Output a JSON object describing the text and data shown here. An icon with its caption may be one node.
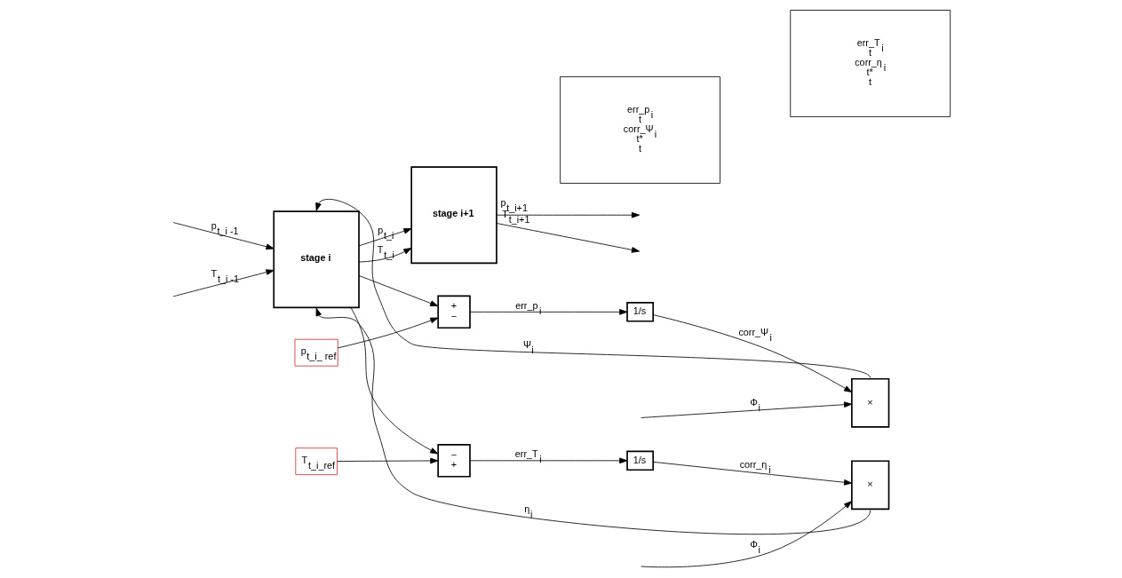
{
  "diagram": {
    "nodes": [
      {
        "text": [
          "stage i"
        ]
      },
      {
        "text": [
          "stage i+1"
        ]
      },
      {
        "text": [
          "p$_{t_i_ ref}$"
        ]
      },
      {
        "text": [
          "+",
          "−"
        ]
      },
      {
        "text": [
          "1/s"
        ]
      },
      {
        "text": [
          "×"
        ]
      },
      {
        "text": [
          "T$_{t_i_ref}$"
        ]
      },
      {
        "text": [
          "−",
          "+"
        ]
      },
      {
        "text": [
          "1/s"
        ]
      },
      {
        "text": [
          "×"
        ]
      },
      {
        "text": [
          "err_p$_{i}$",
          "t",
          "corr_Ψ$_{i}$",
          "t*",
          "t"
        ]
      },
      {
        "text": [
          "err_T$_{i}$",
          "t",
          "corr_η$_{i}$",
          "t*",
          "t"
        ]
      }
    ],
    "edges": [
      {
        "from": null,
        "to": 0,
        "arrow": "to",
        "label": "p$_{t_i -1}$"
      },
      {
        "from": null,
        "to": 0,
        "arrow": "to",
        "label": "T$_{t_i -1}$"
      },
      {
        "from": 0,
        "to": 1,
        "arrow": "to",
        "label": "p$_{t_i}$"
      },
      {
        "from": 0,
        "to": 1,
        "arrow": "to",
        "label": "T$_{t_i}$"
      },
      {
        "from": 0,
        "to": 3,
        "arrow": "to"
      },
      {
        "from": 2,
        "to": 3,
        "arrow": "to"
      },
      {
        "from": 3,
        "to": 4,
        "arrow": "to",
        "label": "err_p$_{i}$"
      },
      {
        "from": 4,
        "to": 5,
        "arrow": "to",
        "label": "corr_Ψ$_{i}$"
      },
      {
        "from": null,
        "to": 5,
        "arrow": "to",
        "label": "Φ$_{i}$"
      },
      {
        "from": 5,
        "to": 0,
        "arrow": "to",
        "label": "Ψ$_{i}$"
      },
      {
        "from": 1,
        "to": null,
        "arrow": "to",
        "label": "p$_{t_i+1}$"
      },
      {
        "from": 1,
        "to": null,
        "arrow": "to",
        "label": "T$_{t_i+1}$"
      },
      {
        "from": 0,
        "to": 7,
        "arrow": "to"
      },
      {
        "from": 6,
        "to": 7,
        "arrow": "to"
      },
      {
        "from": 7,
        "to": 8,
        "arrow": "to",
        "label": "err_T$_{i}$"
      },
      {
        "from": 8,
        "to": 9,
        "arrow": "to",
        "label": "corr_η$_{i}$"
      },
      {
        "from": null,
        "to": 9,
        "arrow": "to",
        "label": "Φ$_{i}$"
      },
      {
        "from": 9,
        "to": 0,
        "arrow": "to",
        "label": "η$_{i}$"
      }
    ]
  }
}
